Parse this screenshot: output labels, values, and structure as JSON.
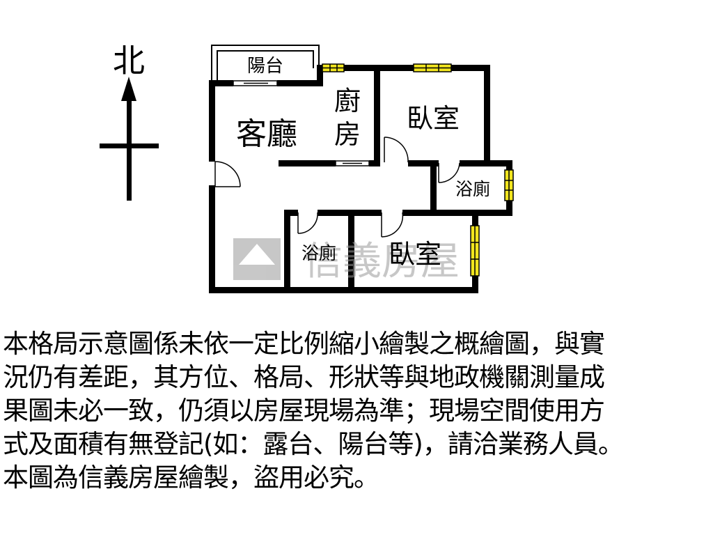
{
  "compass": {
    "label": "北"
  },
  "rooms": {
    "balcony": "陽台",
    "living_room": "客廳",
    "kitchen_top": "廚",
    "kitchen_bottom": "房",
    "bedroom_1": "臥室",
    "bathroom_1": "浴廁",
    "bathroom_2": "浴廁",
    "bedroom_2": "臥室"
  },
  "watermark": {
    "brand": "信義房屋"
  },
  "disclaimer": {
    "lines": [
      "本格局示意圖係未依一定比例縮小繪製之概繪圖，與實",
      "況仍有差距，其方位、格局、形狀等與地政機關測量成",
      "果圖未必一致，仍須以房屋現場為準；現場空間使用方",
      "式及面積有無登記(如：露台、陽台等)，請洽業務人員。",
      "本圖為信義房屋繪製，盜用必究。"
    ]
  },
  "colors": {
    "wall": "#000000",
    "window": "#f2e51f",
    "watermark": "#9a9a9a"
  }
}
